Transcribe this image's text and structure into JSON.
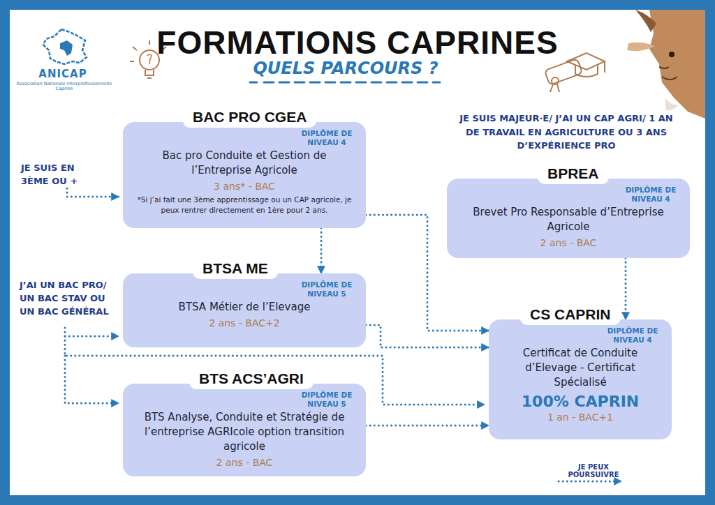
{
  "diagram": {
    "title": "FORMATIONS CAPRINES",
    "nodes": [
      {
        "text": [
          "BAC PRO CGEA",
          "DIPLÔME DE NIVEAU 4",
          "Bac pro Conduite et Gestion de l’Entreprise Agricole",
          "3 ans* - BAC",
          "*Si j’ai fait une 3ème apprentissage ou un CAP agricole, je peux rentrer directement en 1ère pour 2 ans."
        ]
      },
      {
        "text": [
          "BPREA",
          "DIPLÔME DE NIVEAU 4",
          "Brevet Pro Responsable d’Entreprise Agricole",
          "2 ans - BAC"
        ]
      },
      {
        "text": [
          "BTSA ME",
          "DIPLÔME DE NIVEAU 5",
          "BTSA Métier de l’Elevage",
          "2 ans - BAC+2"
        ]
      },
      {
        "text": [
          "CS CAPRIN",
          "DIPLÔME DE NIVEAU 4",
          "Certificat de Conduite d’Elevage - Certificat Spécialisé",
          "100% CAPRIN",
          "1 an - BAC+1"
        ]
      },
      {
        "text": [
          "BTS ACS’AGRI",
          "DIPLÔME DE NIVEAU 5",
          "BTS Analyse, Conduite et Stratégie de l’entreprise AGRIcole option transition agricole",
          "2 ans - BAC"
        ]
      }
    ],
    "edges": [
      {
        "from": 0,
        "to": 2,
        "arrow": "to"
      },
      {
        "from": 0,
        "to": 3,
        "arrow": "to"
      },
      {
        "from": 1,
        "to": 3,
        "arrow": "to"
      },
      {
        "from": 2,
        "to": 3,
        "arrow": "to"
      },
      {
        "from": 4,
        "to": 3,
        "arrow": "to"
      }
    ],
    "labels": [
      "QUELS PARCOURS ?",
      "ANICAP",
      "Association Nationale Interprofessionnelle Caprine",
      "JE SUIS EN 3ÈME OU +",
      "J’AI UN BAC PRO/ UN BAC STAV OU UN BAC GÉNÉRAL",
      "JE SUIS MAJEUR·E/ J’AI UN CAP AGRI/ 1 AN DE TRAVAIL EN AGRICULTURE OU 3 ANS D’EXPÉRIENCE PRO"
    ],
    "legend": [
      {
        "text": "JE PEUX POURSUIVRE"
      }
    ]
  }
}
